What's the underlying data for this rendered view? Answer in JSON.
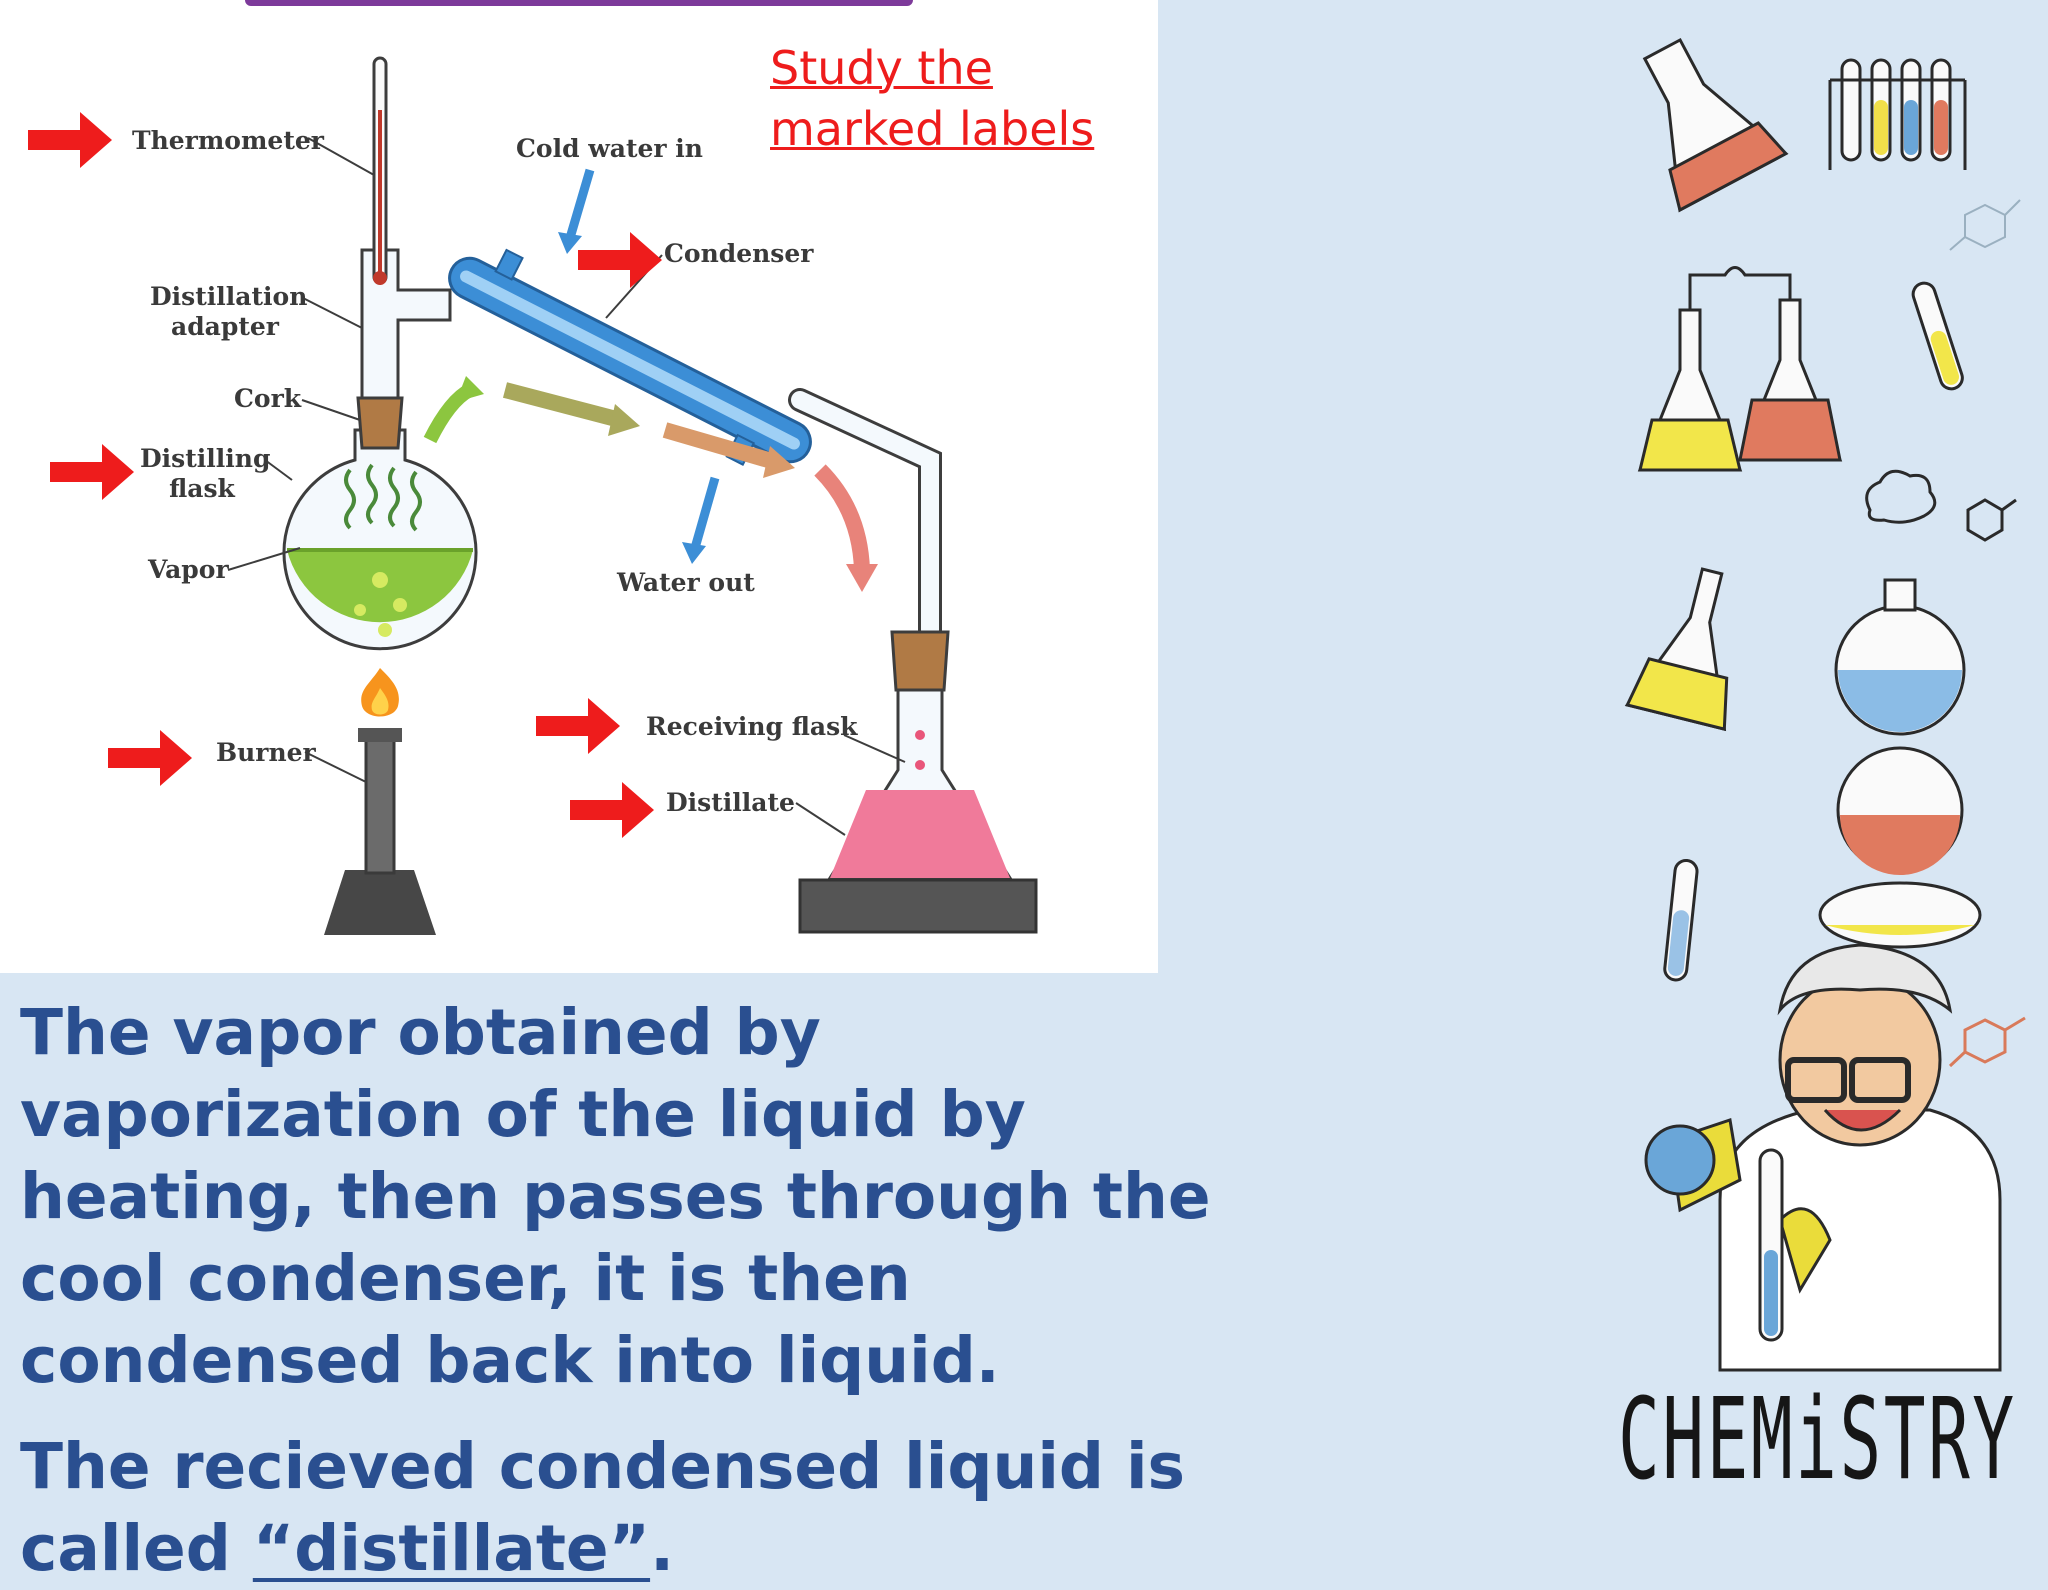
{
  "diagram": {
    "note": [
      "Study the",
      "marked labels"
    ],
    "labels": {
      "thermometer": "Thermometer",
      "cold_water_in": "Cold water in",
      "condenser": "Condenser",
      "distillation_adapter": [
        "Distillation",
        "adapter"
      ],
      "cork": "Cork",
      "distilling_flask": [
        "Distilling",
        "flask"
      ],
      "vapor": "Vapor",
      "water_out": "Water out",
      "burner": "Burner",
      "receiving_flask": "Receiving flask",
      "distillate": "Distillate"
    },
    "marked_labels": [
      "Thermometer",
      "Condenser",
      "Distilling flask",
      "Burner",
      "Receiving flask",
      "Distillate"
    ],
    "colors": {
      "arrow_marker": "#ee1c1c",
      "note_text": "#ee1c1c",
      "body_text": "#2a4f90",
      "condenser_blue": "#3c8ed6",
      "liquid_green": "#8cc63f",
      "distillate_pink": "#f07a9a"
    }
  },
  "body": {
    "paragraph1": "The vapor obtained by vaporization of the liquid by heating, then passes through the cool condenser, it is then condensed back into liquid.",
    "paragraph2_prefix": "The recieved condensed liquid is called ",
    "paragraph2_term": "“distillate”",
    "paragraph2_suffix": "."
  },
  "decor": {
    "title_word": "CHEMiSTRY",
    "icons": [
      "flask-icon",
      "test-tube-rack-icon",
      "molecule-icon",
      "connected-flasks-icon",
      "test-tube-icon",
      "stacked-round-flasks-icon",
      "scientist-illustration"
    ]
  }
}
